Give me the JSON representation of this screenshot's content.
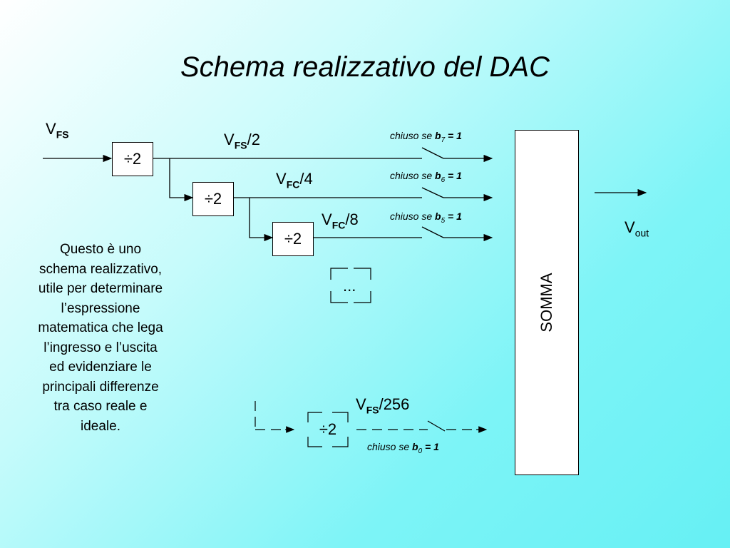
{
  "title": "Schema realizzativo del DAC",
  "input_label": {
    "main": "V",
    "sub": "FS"
  },
  "divider_label": "÷2",
  "stages": [
    {
      "main": "V",
      "sub": "FS",
      "suffix": "/2",
      "switch_text": "chiuso se ",
      "bit": "b",
      "bit_index": "7",
      "bit_tail": " = 1"
    },
    {
      "main": "V",
      "sub": "FC",
      "suffix": "/4",
      "switch_text": "chiuso se ",
      "bit": "b",
      "bit_index": "6",
      "bit_tail": " = 1"
    },
    {
      "main": "V",
      "sub": "FC",
      "suffix": "/8",
      "switch_text": "chiuso se ",
      "bit": "b",
      "bit_index": "5",
      "bit_tail": " = 1"
    }
  ],
  "ellipsis": "...",
  "last_stage": {
    "main": "V",
    "sub": "FS",
    "suffix": "/256",
    "switch_text": "chiuso se ",
    "bit": "b",
    "bit_index": "0",
    "bit_tail": " = 1"
  },
  "sum_block": "SOMMA",
  "output_label": {
    "main": "V",
    "sub": "out"
  },
  "note": "Questo è uno schema realizzativo, utile per determinare l’espressione matematica che lega l’ingresso e l’uscita ed evidenziare le principali differenze tra caso reale e ideale."
}
